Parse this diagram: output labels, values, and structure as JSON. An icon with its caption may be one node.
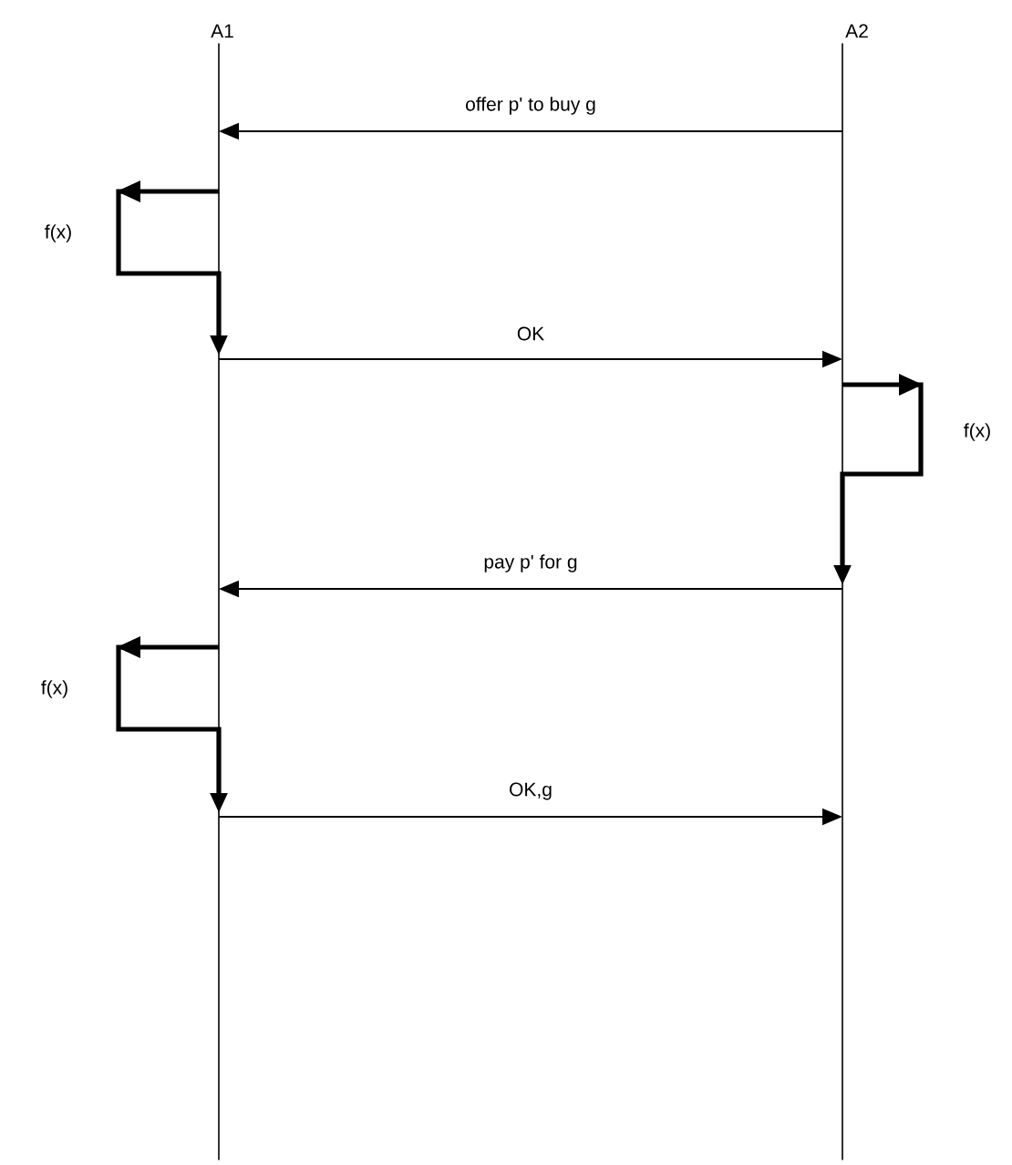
{
  "diagram": {
    "nodes": [
      {
        "text": [
          "A1"
        ]
      },
      {
        "text": [
          "A2"
        ]
      }
    ],
    "edges": [
      {
        "from": 1,
        "to": 0,
        "arrow": "to",
        "label": "offer p' to buy g"
      },
      {
        "from": 0,
        "to": 0,
        "arrow": "to",
        "label": "f(x)",
        "style": "thick"
      },
      {
        "from": 0,
        "to": 1,
        "arrow": "to",
        "label": "OK"
      },
      {
        "from": 1,
        "to": 1,
        "arrow": "to",
        "label": "f(x)",
        "style": "thick"
      },
      {
        "from": 1,
        "to": 0,
        "arrow": "to",
        "label": "pay p' for g"
      },
      {
        "from": 0,
        "to": 0,
        "arrow": "to",
        "label": "f(x)",
        "style": "thick"
      },
      {
        "from": 0,
        "to": 1,
        "arrow": "to",
        "label": "OK,g"
      }
    ]
  }
}
